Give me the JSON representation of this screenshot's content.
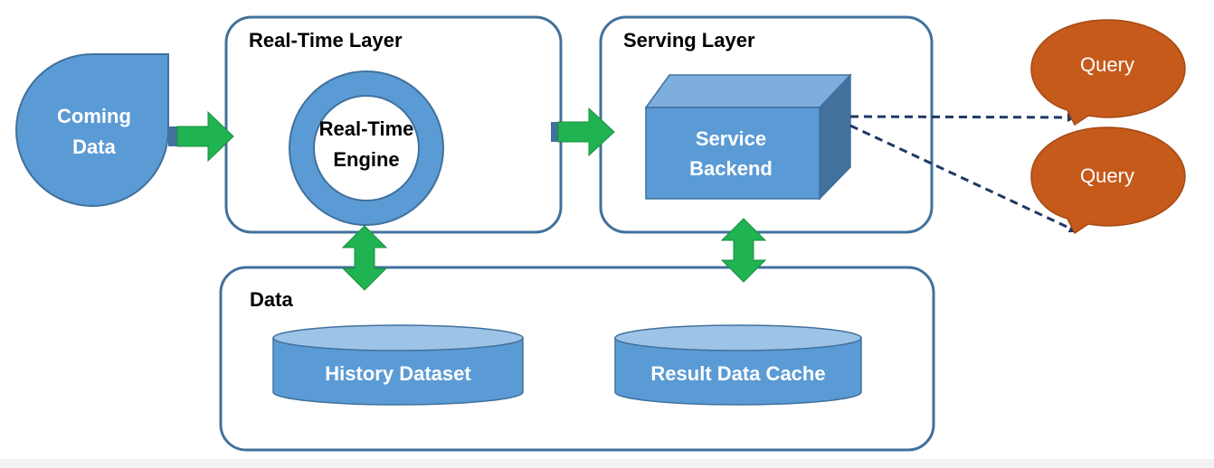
{
  "layers": {
    "real_time": {
      "title": "Real-Time Layer"
    },
    "serving": {
      "title": "Serving Layer"
    },
    "data": {
      "title": "Data"
    }
  },
  "nodes": {
    "coming_data": {
      "line1": "Coming",
      "line2": "Data"
    },
    "engine": {
      "line1": "Real-Time",
      "line2": "Engine"
    },
    "service": {
      "line1": "Service",
      "line2": "Backend"
    },
    "history": {
      "label": "History Dataset"
    },
    "cache": {
      "label": "Result Data Cache"
    },
    "queries": [
      {
        "label": "Query"
      },
      {
        "label": "Query"
      }
    ]
  },
  "colors": {
    "box_border": "#41719c",
    "node_fill": "#5b9bd5",
    "cylinder_top": "#9dc3e6",
    "arrow_green": "#1fb351",
    "query_fill": "#c55a1b",
    "dashed_line": "#1f3864"
  }
}
